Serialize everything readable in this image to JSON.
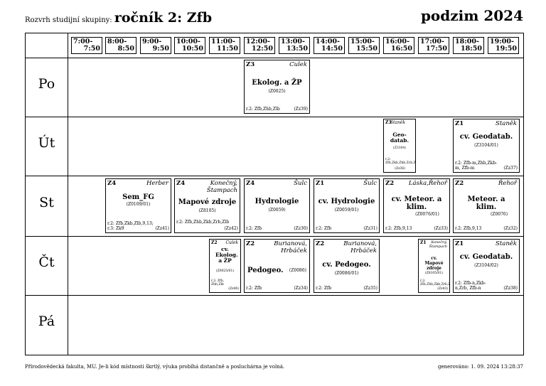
{
  "header": {
    "prefix": "Rozvrh studijní skupiny:",
    "group": "ročník 2: Zfb",
    "semester": "podzim 2024"
  },
  "hours": [
    {
      "start": "7:00-",
      "end": "7:50"
    },
    {
      "start": "8:00-",
      "end": "8:50"
    },
    {
      "start": "9:00-",
      "end": "9:50"
    },
    {
      "start": "10:00-",
      "end": "10:50"
    },
    {
      "start": "11:00-",
      "end": "11:50"
    },
    {
      "start": "12:00-",
      "end": "12:50"
    },
    {
      "start": "13:00-",
      "end": "13:50"
    },
    {
      "start": "14:00-",
      "end": "14:50"
    },
    {
      "start": "15:00-",
      "end": "15:50"
    },
    {
      "start": "16:00-",
      "end": "16:50"
    },
    {
      "start": "17:00-",
      "end": "17:50"
    },
    {
      "start": "18:00-",
      "end": "18:50"
    },
    {
      "start": "19:00-",
      "end": "19:50"
    }
  ],
  "days": [
    "Po",
    "Út",
    "St",
    "Čt",
    "Pá"
  ],
  "events": {
    "po_ekolog": {
      "group": "Z3",
      "teacher": "Culek",
      "name": "Ekolog. a ŽP",
      "room": "(Z0025)",
      "forms": "r.2: Zfb,Zhb,Zlb",
      "code": "(Zz39)"
    },
    "ut_geodatab_small": {
      "group": "Z3",
      "teacher": "Staněk",
      "name": "Geo-datab.",
      "room": "(Z3104)",
      "forms": "r.2: Zfb,Zkb,Zhb,Zcb,Zlb",
      "code": "(Zz36)"
    },
    "ut_cv_geodatab": {
      "group": "Z1",
      "teacher": "Staněk",
      "name": "cv. Geodatab.",
      "room": "(Z3104/01)",
      "forms": "r.2: Zfb-m,Zhb,Zkb-m, Zfb-m",
      "code": "(Zz37)"
    },
    "st_sem_fg": {
      "group": "Z4",
      "teacher": "Herber",
      "name": "Sem_FG",
      "room": "(Z0109/01)",
      "forms": "r.2: Zfb,Zkb,Zlb,9,13; r.3: Zk9",
      "code": "(Zz41)"
    },
    "st_mapove": {
      "group": "Z4",
      "teacher": "Konečný, Štampach",
      "name": "Mapové zdroje",
      "room": "(Z8105)",
      "forms": "r.2: Zfb,Zhb,Zkb,Zrb,Zlb",
      "code": "(Zz42)"
    },
    "st_hydrologie": {
      "group": "Z4",
      "teacher": "Šulc",
      "name": "Hydrologie",
      "room": "(Z0059)",
      "forms": "r.2: Zfb",
      "code": "(Zz30)"
    },
    "st_cv_hydrologie": {
      "group": "Z1",
      "teacher": "Šulc",
      "name": "cv. Hydrologie",
      "room": "(Z0059/01)",
      "forms": "r.2: Zfb",
      "code": "(Zz31)"
    },
    "st_cv_meteor": {
      "group": "Z2",
      "teacher": "Láska,Řehoř",
      "name": "cv. Meteor. a klim.",
      "room": "(Z0076/01)",
      "forms": "r.2: Zfb,9,13",
      "code": "(Zz33)"
    },
    "st_meteor": {
      "group": "Z2",
      "teacher": "Řehoř",
      "name": "Meteor. a klim.",
      "room": "(Z0076)",
      "forms": "r.2: Zfb,9,13",
      "code": "(Zz32)"
    },
    "ct_cv_ekolog": {
      "group": "Z2",
      "teacher": "Culek",
      "name": "cv. Ekolog. a ŽP",
      "room": "(Z0025/01)",
      "forms": "r.2: Zfb, Zhb,Zlb",
      "code": "(Zz40)"
    },
    "ct_pedogeo": {
      "group": "Z2",
      "teacher": "Burianová, Hrbáček",
      "name": "Pedogeo.",
      "room": "(Z0086)",
      "forms": "r.2: Zfb",
      "code": "(Zz34)"
    },
    "ct_cv_pedogeo": {
      "group": "Z2",
      "teacher": "Burianová, Hrbáček",
      "name": "cv. Pedogeo.",
      "room": "(Z0086/01)",
      "forms": "r.2: Zfb",
      "code": "(Zz35)"
    },
    "ct_cv_mapove": {
      "group": "Z1",
      "teacher": "Konečný, Štampach",
      "name": "cv. Mapové zdroje",
      "room": "(Z8105/01)",
      "forms": "r.2: Zfb,Zhb,Zkb,Zrb,Zlb",
      "code": "(Zz43)"
    },
    "ct_cv_geodatab": {
      "group": "Z1",
      "teacher": "Staněk",
      "name": "cv. Geodatab.",
      "room": "(Z3104/02)",
      "forms": "r.2: Zfb-n,Zkb-n,Zrb, Zfb-n",
      "code": "(Zz38)"
    }
  },
  "footer": {
    "left": "Přírodovědecká fakulta, MU. Je-li kód místnosti škrtlý, výuka probíhá distančně a posluchárna je volná.",
    "right": "generováno: 1. 09. 2024 13:28:37"
  }
}
